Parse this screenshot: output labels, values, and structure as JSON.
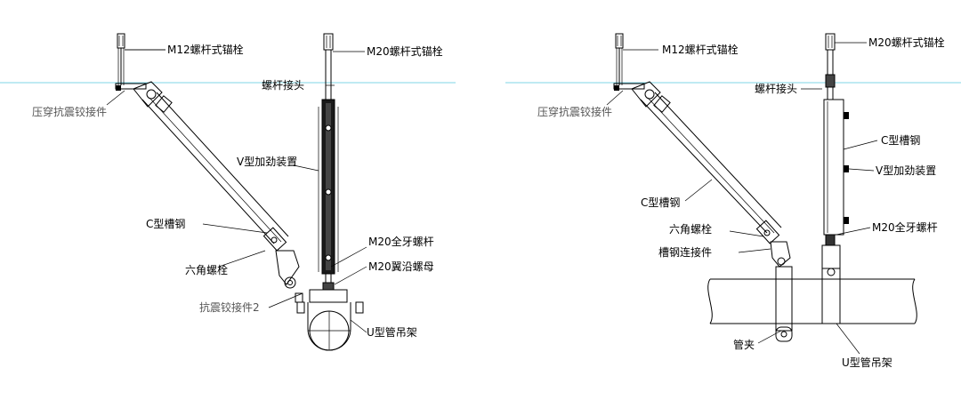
{
  "colors": {
    "ceiling_line": "#7fd6e6",
    "line": "#000000",
    "gray_label": "#555555"
  },
  "left_diagram": {
    "labels": {
      "m12_anchor": "M12螺杆式锚栓",
      "m20_anchor": "M20螺杆式锚栓",
      "press_hinge": "压穿抗震铰接件",
      "rod_joint": "螺杆接头",
      "v_stiffener": "V型加劲装置",
      "c_channel": "C型槽钢",
      "m20_full_rod": "M20全牙螺杆",
      "hex_bolt": "六角螺栓",
      "m20_flange_nut": "M20翼沿螺母",
      "hinge2": "抗震铰接件2",
      "u_hanger": "U型管吊架"
    }
  },
  "right_diagram": {
    "labels": {
      "m12_anchor": "M12螺杆式锚栓",
      "m20_anchor": "M20螺杆式锚栓",
      "press_hinge": "压穿抗震铰接件",
      "rod_joint": "螺杆接头",
      "c_channel_vertical": "C型槽钢",
      "v_stiffener": "V型加劲装置",
      "c_channel_brace": "C型槽钢",
      "hex_bolt": "六角螺栓",
      "m20_full_rod": "M20全牙螺杆",
      "channel_connector": "槽钢连接件",
      "pipe_clamp": "管夹",
      "u_hanger": "U型管吊架"
    }
  }
}
